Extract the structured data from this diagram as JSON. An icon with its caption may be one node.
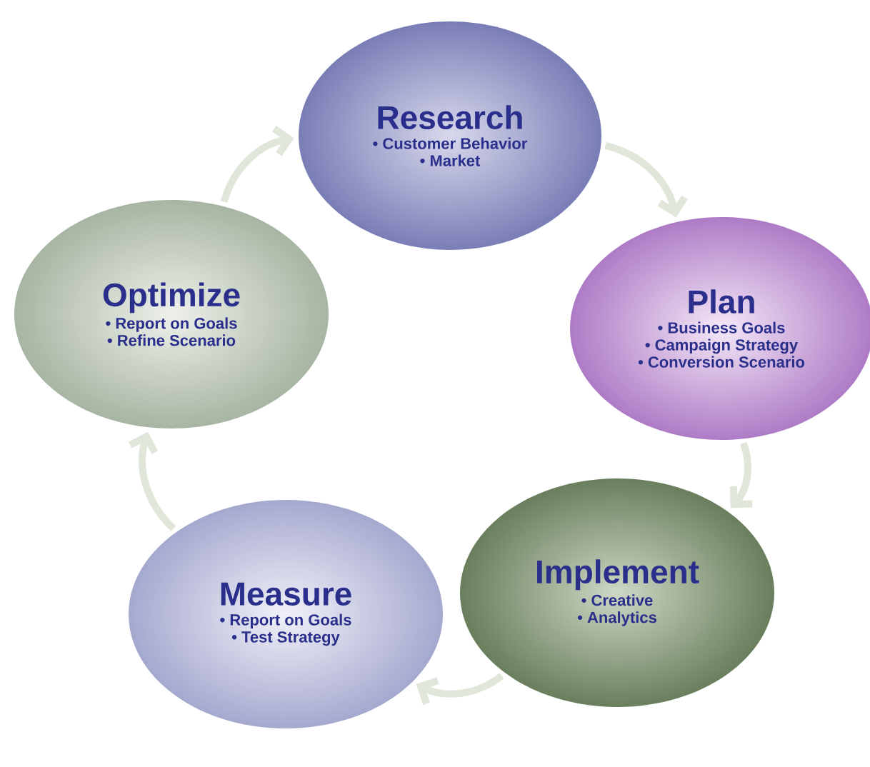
{
  "diagram": {
    "nodes": [
      {
        "text": [
          "Research",
          "• Customer Behavior",
          "• Market"
        ]
      },
      {
        "text": [
          "Plan",
          "• Business Goals",
          "• Campaign Strategy",
          "• Conversion Scenario"
        ]
      },
      {
        "text": [
          "Implement",
          "• Creative",
          "• Analytics"
        ]
      },
      {
        "text": [
          "Measure",
          "• Report on Goals",
          "• Test Strategy"
        ]
      },
      {
        "text": [
          "Optimize",
          "• Report on Goals",
          "• Refine Scenario"
        ]
      }
    ],
    "edges": [
      {
        "from": 4,
        "to": 0,
        "arrow": "to"
      },
      {
        "from": 0,
        "to": 1,
        "arrow": "to"
      },
      {
        "from": 1,
        "to": 2,
        "arrow": "to"
      },
      {
        "from": 2,
        "to": 3,
        "arrow": "to"
      },
      {
        "from": 3,
        "to": 4,
        "arrow": "to"
      }
    ]
  }
}
